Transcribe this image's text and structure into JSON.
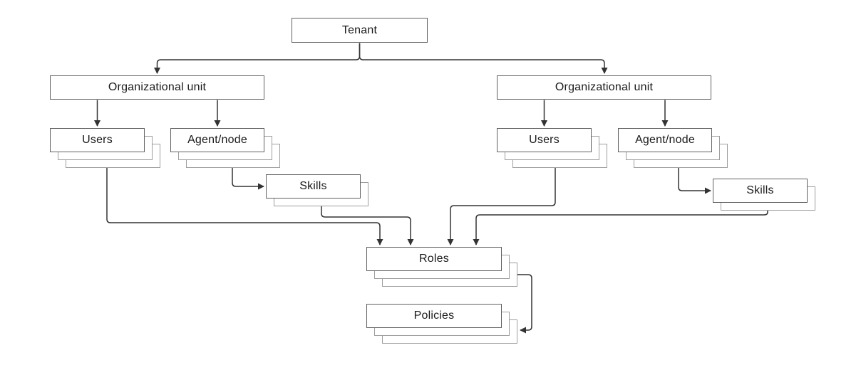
{
  "diagram": {
    "description": "Tenant hierarchy diagram",
    "colors": {
      "background": "#ffffff",
      "box_fill": "#ffffff",
      "box_border": "#616161",
      "stack_border": "#9e9e9e",
      "connector": "#333333",
      "text": "#1a1a1a"
    },
    "nodes": {
      "tenant": {
        "label": "Tenant",
        "stack_count": 1
      },
      "ou_left": {
        "label": "Organizational unit",
        "stack_count": 1
      },
      "ou_right": {
        "label": "Organizational unit",
        "stack_count": 1
      },
      "users_left": {
        "label": "Users",
        "stack_count": 3
      },
      "agent_left": {
        "label": "Agent/node",
        "stack_count": 3
      },
      "users_right": {
        "label": "Users",
        "stack_count": 3
      },
      "agent_right": {
        "label": "Agent/node",
        "stack_count": 3
      },
      "skills_left": {
        "label": "Skills",
        "stack_count": 2
      },
      "skills_right": {
        "label": "Skills",
        "stack_count": 2
      },
      "roles": {
        "label": "Roles",
        "stack_count": 3
      },
      "policies": {
        "label": "Policies",
        "stack_count": 3
      }
    },
    "edges": [
      {
        "from": "tenant",
        "to": "ou_left"
      },
      {
        "from": "tenant",
        "to": "ou_right"
      },
      {
        "from": "ou_left",
        "to": "users_left"
      },
      {
        "from": "ou_left",
        "to": "agent_left"
      },
      {
        "from": "ou_right",
        "to": "users_right"
      },
      {
        "from": "ou_right",
        "to": "agent_right"
      },
      {
        "from": "agent_left",
        "to": "skills_left"
      },
      {
        "from": "agent_right",
        "to": "skills_right"
      },
      {
        "from": "users_left",
        "to": "roles"
      },
      {
        "from": "skills_left",
        "to": "roles"
      },
      {
        "from": "users_right",
        "to": "roles"
      },
      {
        "from": "skills_right",
        "to": "roles"
      },
      {
        "from": "roles",
        "to": "policies"
      }
    ]
  }
}
